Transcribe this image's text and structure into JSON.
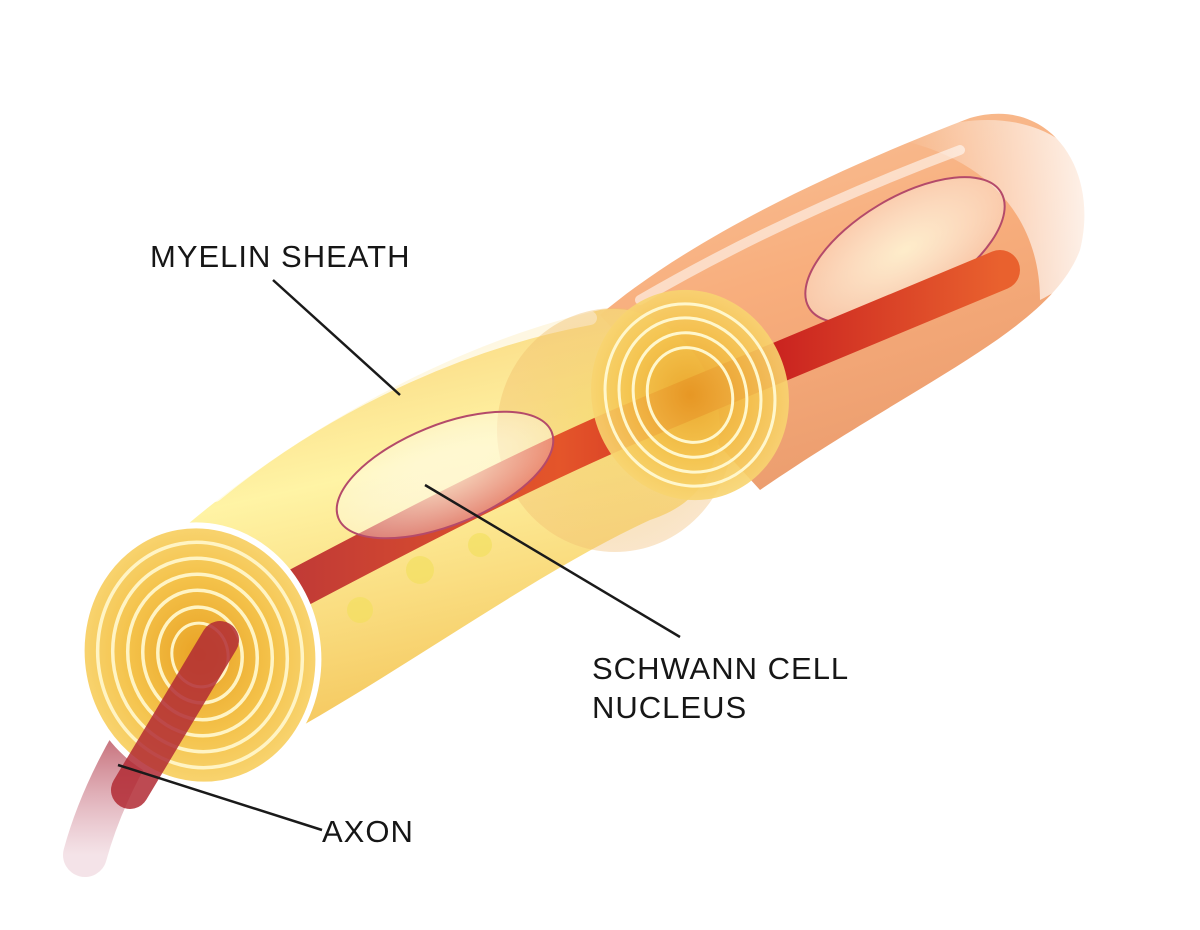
{
  "labels": {
    "myelin_sheath": "MYELIN SHEATH",
    "schwann_line1": "SCHWANN CELL",
    "schwann_line2": "NUCLEUS",
    "axon": "AXON"
  },
  "colors": {
    "background": "#ffffff",
    "sheath_light": "#fff6a8",
    "sheath_mid": "#f7cf5a",
    "sheath_dark": "#e89a3a",
    "sheath_far": "#f2b08a",
    "axon_light": "#e4552a",
    "axon_dark": "#a8232c",
    "ring": "#ffffff",
    "leader_line": "#1a1a1a"
  }
}
